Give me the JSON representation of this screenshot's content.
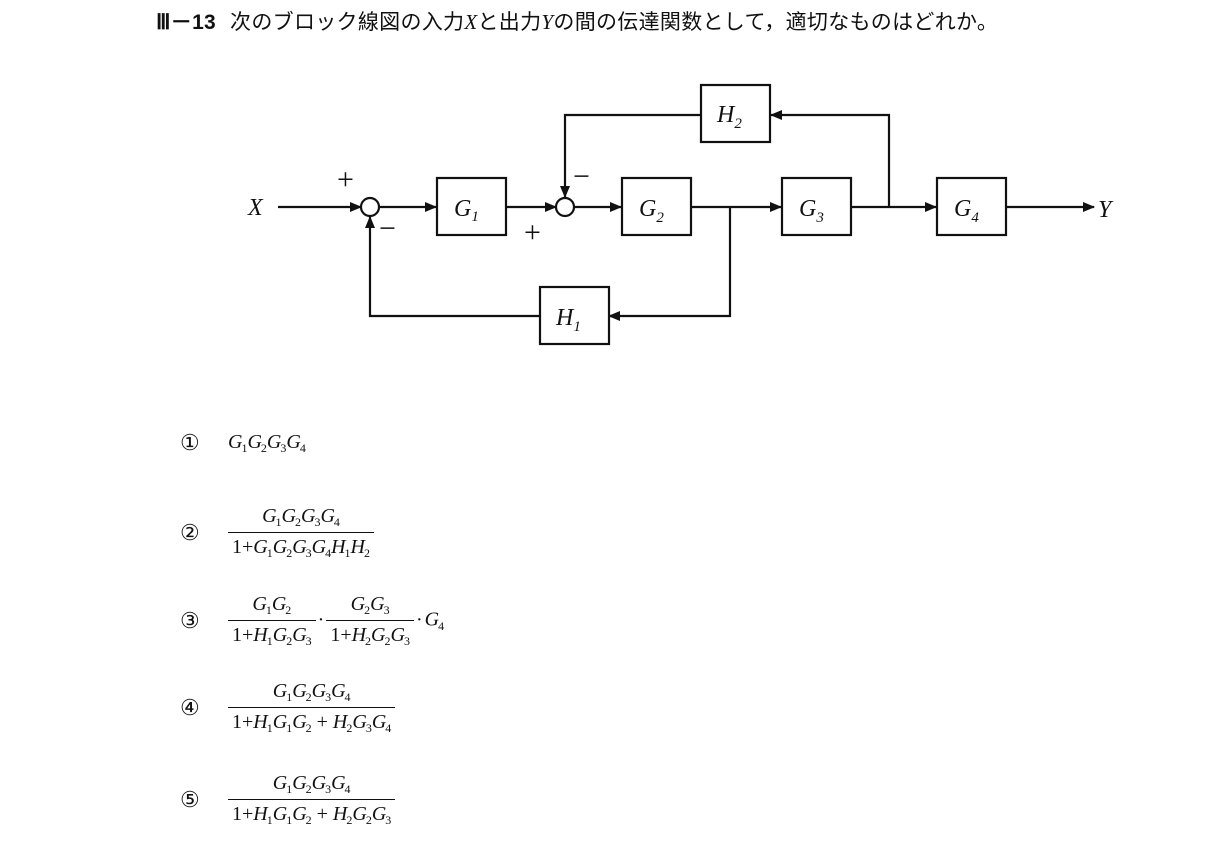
{
  "question": {
    "number": "Ⅲ－13",
    "text_before_x": "次のブロック線図の入力",
    "input_var": "X",
    "text_middle": "と出力",
    "output_var": "Y",
    "text_after": "の間の伝達関数として，適切なものはどれか。"
  },
  "diagram": {
    "input_label": "X",
    "output_label": "Y",
    "blocks": {
      "G1": {
        "base": "G",
        "sub": "1"
      },
      "G2": {
        "base": "G",
        "sub": "2"
      },
      "G3": {
        "base": "G",
        "sub": "3"
      },
      "G4": {
        "base": "G",
        "sub": "4"
      },
      "H1": {
        "base": "H",
        "sub": "1"
      },
      "H2": {
        "base": "H",
        "sub": "2"
      }
    },
    "summing_junction_1": {
      "plus": "+",
      "minus": "−"
    },
    "summing_junction_2": {
      "plus": "+",
      "minus": "−"
    }
  },
  "options": [
    {
      "num": "①",
      "expr": "G1G2G3G4"
    },
    {
      "num": "②",
      "numerator": "G1G2G3G4",
      "denominator": "1+G1G2G3G4H1H2"
    },
    {
      "num": "③",
      "expr": "G1G2/(1+H1G2G3) · G2G3/(1+H2G2G3) · G4"
    },
    {
      "num": "④",
      "numerator": "G1G2G3G4",
      "denominator": "1+H1G1G2+H2G3G4"
    },
    {
      "num": "⑤",
      "numerator": "G1G2G3G4",
      "denominator": "1+H1G1G2+H2G2G3"
    }
  ]
}
